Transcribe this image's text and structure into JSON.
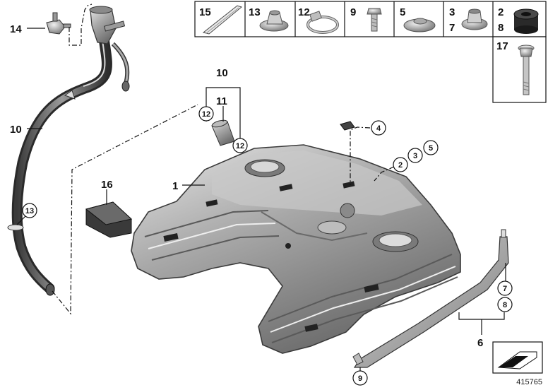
{
  "parts_grid": {
    "cells": [
      {
        "num": "15"
      },
      {
        "num": "13"
      },
      {
        "num": "12"
      },
      {
        "num": "9"
      },
      {
        "num": "5"
      },
      {
        "num": "3",
        "num2": "7"
      },
      {
        "num": "2",
        "num2": "8"
      }
    ],
    "extra_cell": {
      "num": "17"
    }
  },
  "callouts": {
    "c14": "14",
    "c10_hose": "10",
    "c13": "13",
    "c10_top": "10",
    "c11": "11",
    "c12a": "12",
    "c12b": "12",
    "c16": "16",
    "c1": "1",
    "c4": "4",
    "c2": "2",
    "c3": "3",
    "c5": "5",
    "c7": "7",
    "c8": "8",
    "c6": "6",
    "c9": "9"
  },
  "catalog_number": "415765",
  "colors": {
    "tank_dark": "#6f6f6f",
    "tank_mid": "#a9a9a9",
    "tank_light": "#e2e2e2",
    "line": "#111111"
  }
}
